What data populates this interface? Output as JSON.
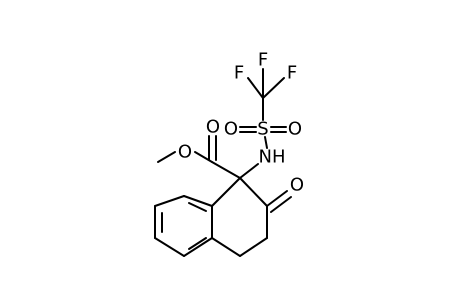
{
  "molecule": {
    "atoms": {
      "f_left": "F",
      "f_top": "F",
      "f_right": "F",
      "s": "S",
      "o_sulfonyl_left": "O",
      "o_sulfonyl_right": "O",
      "nh": "NH",
      "o_ester_carbonyl": "O",
      "o_ester": "O",
      "o_ketone": "O"
    }
  }
}
